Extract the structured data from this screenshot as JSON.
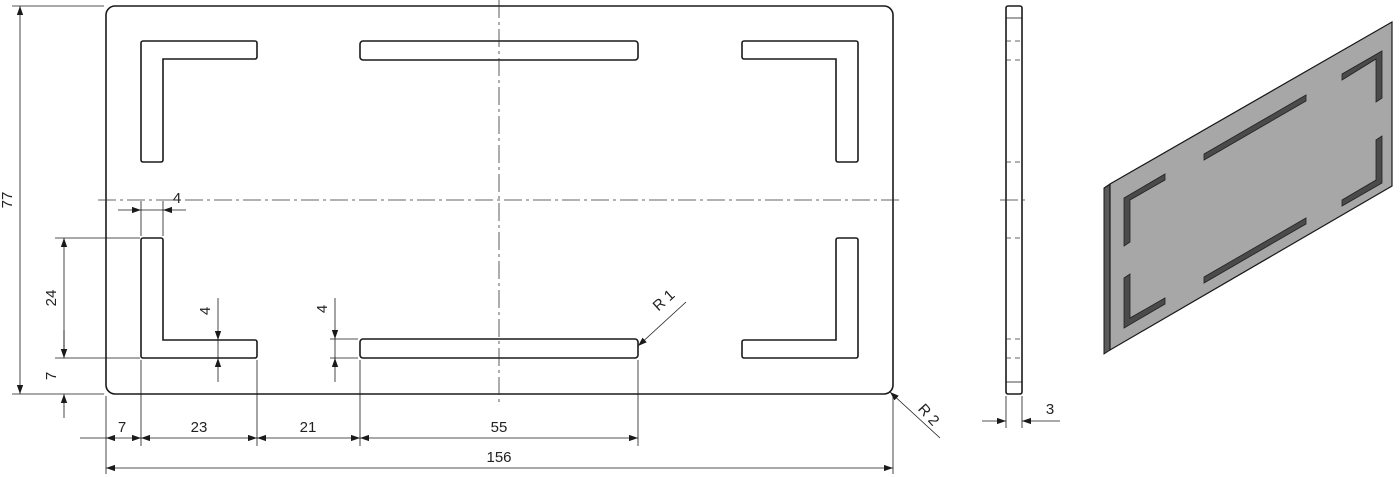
{
  "dimensions": {
    "overall_height": "77",
    "overall_width": "156",
    "left_margin": "7",
    "slot_length_short": "23",
    "gap": "21",
    "slot_length_long": "55",
    "slot_width_top": "4",
    "slot_vertical_length": "24",
    "bottom_margin": "7",
    "slot_width_left": "4",
    "slot_width_mid": "4",
    "corner_radius_slot": "R 1",
    "corner_radius_plate": "R 2",
    "thickness": "3"
  }
}
